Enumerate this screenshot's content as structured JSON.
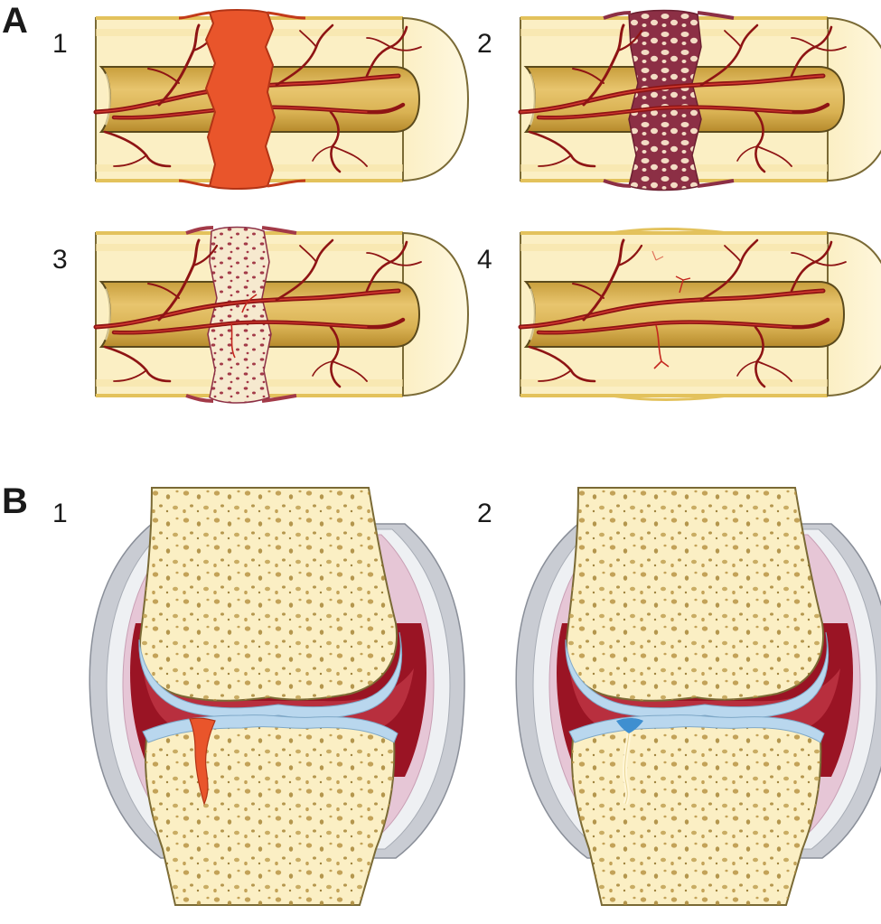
{
  "panel_a": {
    "letter": "A",
    "steps": [
      "1",
      "2",
      "3",
      "4"
    ]
  },
  "panel_b": {
    "letter": "B",
    "steps": [
      "1",
      "2"
    ]
  },
  "colors": {
    "bone": "#fbefc4",
    "bone_outline": "#6b5a2a",
    "marrow": "#d8b45a",
    "vessel": "#9e1b1b",
    "hematoma": "#e9552b",
    "soft_callus": "#8c2f45",
    "cartilage": "#b9d7ee",
    "synovial": "#9a1424",
    "capsule": "#e6c6d6",
    "ligament": "#c9ccd3"
  }
}
